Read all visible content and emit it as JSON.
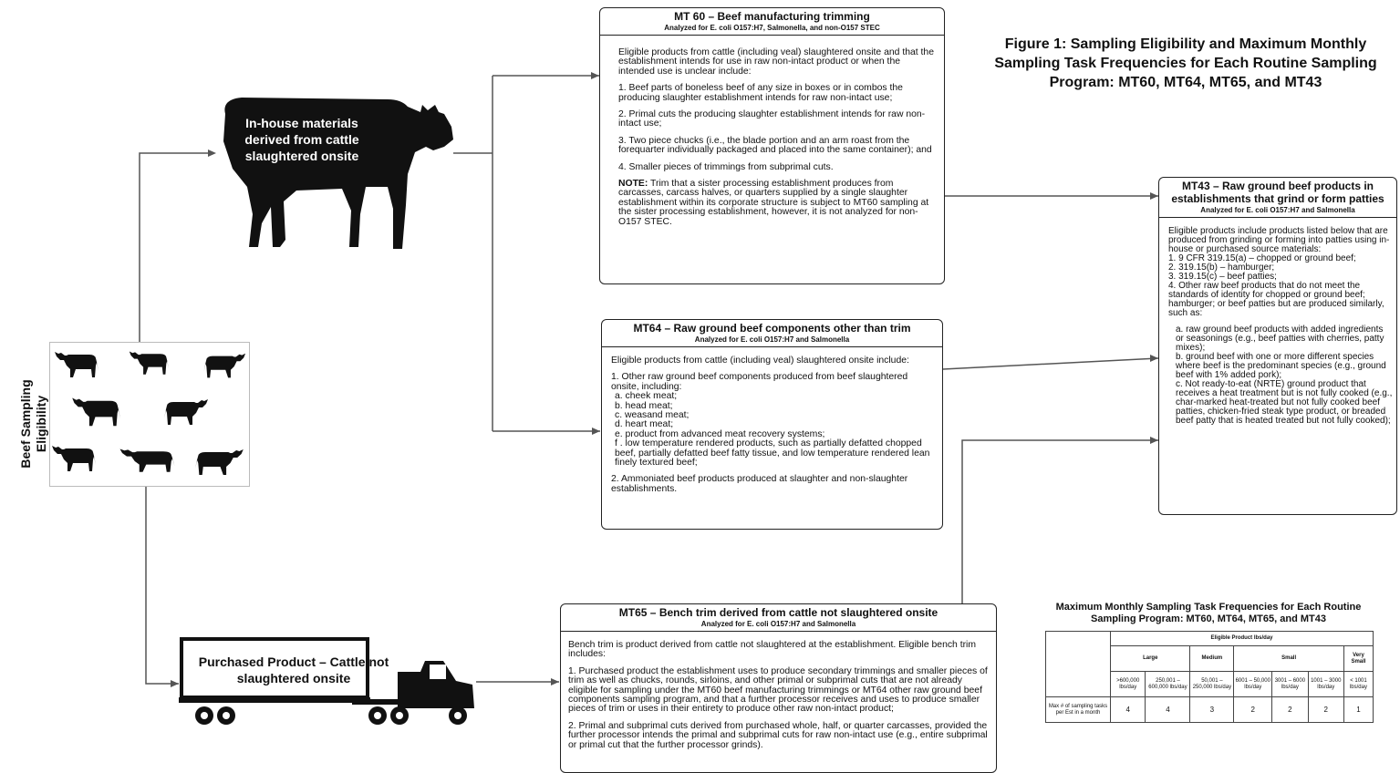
{
  "figure_title": "Figure 1: Sampling Eligibility and Maximum Monthly Sampling Task Frequencies for Each Routine Sampling Program: MT60, MT64, MT65, and MT43",
  "side_label": "Beef Sampling Eligibility",
  "cow_label": "In-house materials derived from cattle slaughtered onsite",
  "truck_label": "Purchased Product – Cattle not slaughtered onsite",
  "mt60": {
    "title": "MT 60 – Beef manufacturing trimming",
    "analyzed": "Analyzed for E. coli O157:H7, Salmonella, and non-O157 STEC",
    "intro": "Eligible products from cattle (including veal) slaughtered onsite and that the establishment intends for use in raw non-intact product or when the intended use is unclear include:",
    "item1": "1. Beef parts of boneless beef of any size in boxes or in combos the producing slaughter establishment intends for raw non-intact use;",
    "item2": "2. Primal cuts the producing slaughter establishment intends for raw non-intact use;",
    "item3": "3. Two piece chucks (i.e., the blade portion and an arm roast from the forequarter individually packaged and placed into the same container); and",
    "item4": "4. Smaller pieces of trimmings from subprimal cuts.",
    "note_label": "NOTE:",
    "note": " Trim that a sister processing establishment produces from carcasses, carcass halves, or quarters supplied by a single slaughter establishment within its corporate structure is subject to MT60 sampling at the sister processing establishment, however, it is not analyzed for non-O157 STEC."
  },
  "mt64": {
    "title": "MT64 – Raw ground beef components other than trim",
    "analyzed": "Analyzed for E. coli O157:H7 and Salmonella",
    "intro": "Eligible products from cattle (including veal) slaughtered onsite include:",
    "item1": "1. Other raw ground beef components produced from beef slaughtered onsite, including:",
    "subitems": [
      "a. cheek meat;",
      "b. head meat;",
      "c. weasand meat;",
      "d. heart meat;",
      "e. product from advanced meat recovery systems;",
      "f . low temperature rendered products, such as partially defatted chopped beef, partially defatted beef fatty tissue, and low temperature rendered lean finely textured beef;"
    ],
    "item2": "2. Ammoniated beef products produced at slaughter and non-slaughter establishments."
  },
  "mt65": {
    "title": "MT65 – Bench trim derived from cattle not slaughtered onsite",
    "analyzed": "Analyzed for E. coli O157:H7 and Salmonella",
    "intro": "Bench trim is product derived from cattle not slaughtered at the establishment.  Eligible bench trim includes:",
    "item1": "1. Purchased product the establishment uses to produce secondary trimmings and smaller pieces of trim as well as chucks, rounds, sirloins, and other primal or subprimal cuts that are not already eligible for sampling under the MT60 beef manufacturing trimmings or MT64 other raw ground beef components sampling program, and that a further processor receives and uses to produce smaller pieces of trim or uses in their entirety to produce other raw non-intact product;",
    "item2": "2. Primal and subprimal cuts derived from purchased whole, half, or quarter carcasses, provided the further processor intends the primal and subprimal cuts for raw non-intact use (e.g., entire subprimal or primal cut that the further processor grinds)."
  },
  "mt43": {
    "title": "MT43 – Raw ground beef products in establishments that grind or form patties",
    "analyzed": "Analyzed for E. coli O157:H7 and Salmonella",
    "intro": "Eligible products include products listed below that are produced from grinding or forming into patties using in-house or purchased source materials:",
    "lines": [
      "1.  9 CFR 319.15(a) – chopped or ground beef;",
      "2.  319.15(b) – hamburger;",
      "3.  319.15(c) – beef patties;",
      "4.  Other raw beef products that do not meet the standards of identity for chopped or ground beef; hamburger; or beef patties but are produced similarly,  such as:"
    ],
    "sub_a": "a. raw ground beef products with added ingredients or seasonings (e.g., beef patties with cherries, patty mixes);",
    "sub_b": "b. ground beef with one or  more different species where beef is the predominant species (e.g., ground beef with 1% added pork);",
    "sub_c": "c.     Not ready-to-eat (NRTE) ground product that receives a heat treatment but is not fully cooked (e.g., char-marked heat-treated but not fully cooked beef patties, chicken-fried steak type product, or breaded beef patty that is heated treated but not fully cooked);"
  },
  "table": {
    "title": "Maximum Monthly Sampling Task Frequencies for Each Routine Sampling Program: MT60, MT64, MT65, and MT43",
    "group_header": "Eligible Product lbs/day",
    "size_headers": [
      "Large",
      "Medium",
      "Small",
      "Very Small"
    ],
    "ranges": [
      ">600,000 lbs/day",
      "250,001 – 600,000 lbs/day",
      "50,001 – 250,000 lbs/day",
      "6001 – 50,000 lbs/day",
      "3001 – 6000 lbs/day",
      "1001 – 3000 lbs/day",
      "< 1001 lbs/day"
    ],
    "row_label": "Max # of sampling tasks per Est in a month",
    "values": [
      "4",
      "4",
      "3",
      "2",
      "2",
      "2",
      "1"
    ]
  },
  "colors": {
    "line": "#555555",
    "silhouette": "#111111"
  }
}
